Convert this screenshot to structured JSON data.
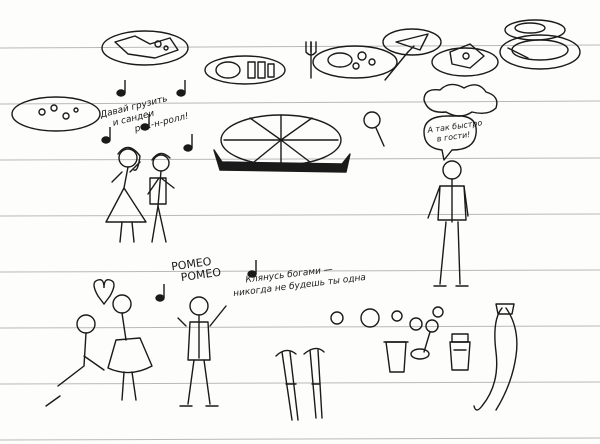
{
  "texts": {
    "singers_line1": "Давай грузить",
    "singers_line2": "и сандеи",
    "singers_line3": "рок-н-ролл!",
    "bubble_line1": "А так быстро",
    "bubble_line2": "в гости!",
    "romeo_1": "РОМЕО",
    "romeo_2": "РОМЕО",
    "promise_line1": "Клянусь богами —",
    "promise_line2": "никогда не будешь ты одна"
  },
  "colors": {
    "ink": "#1a1a1a",
    "paper": "#fdfdfb",
    "rule": "#b9b9b9"
  },
  "icons": [
    "music-note-icon",
    "heart-icon",
    "wrench-icon"
  ]
}
